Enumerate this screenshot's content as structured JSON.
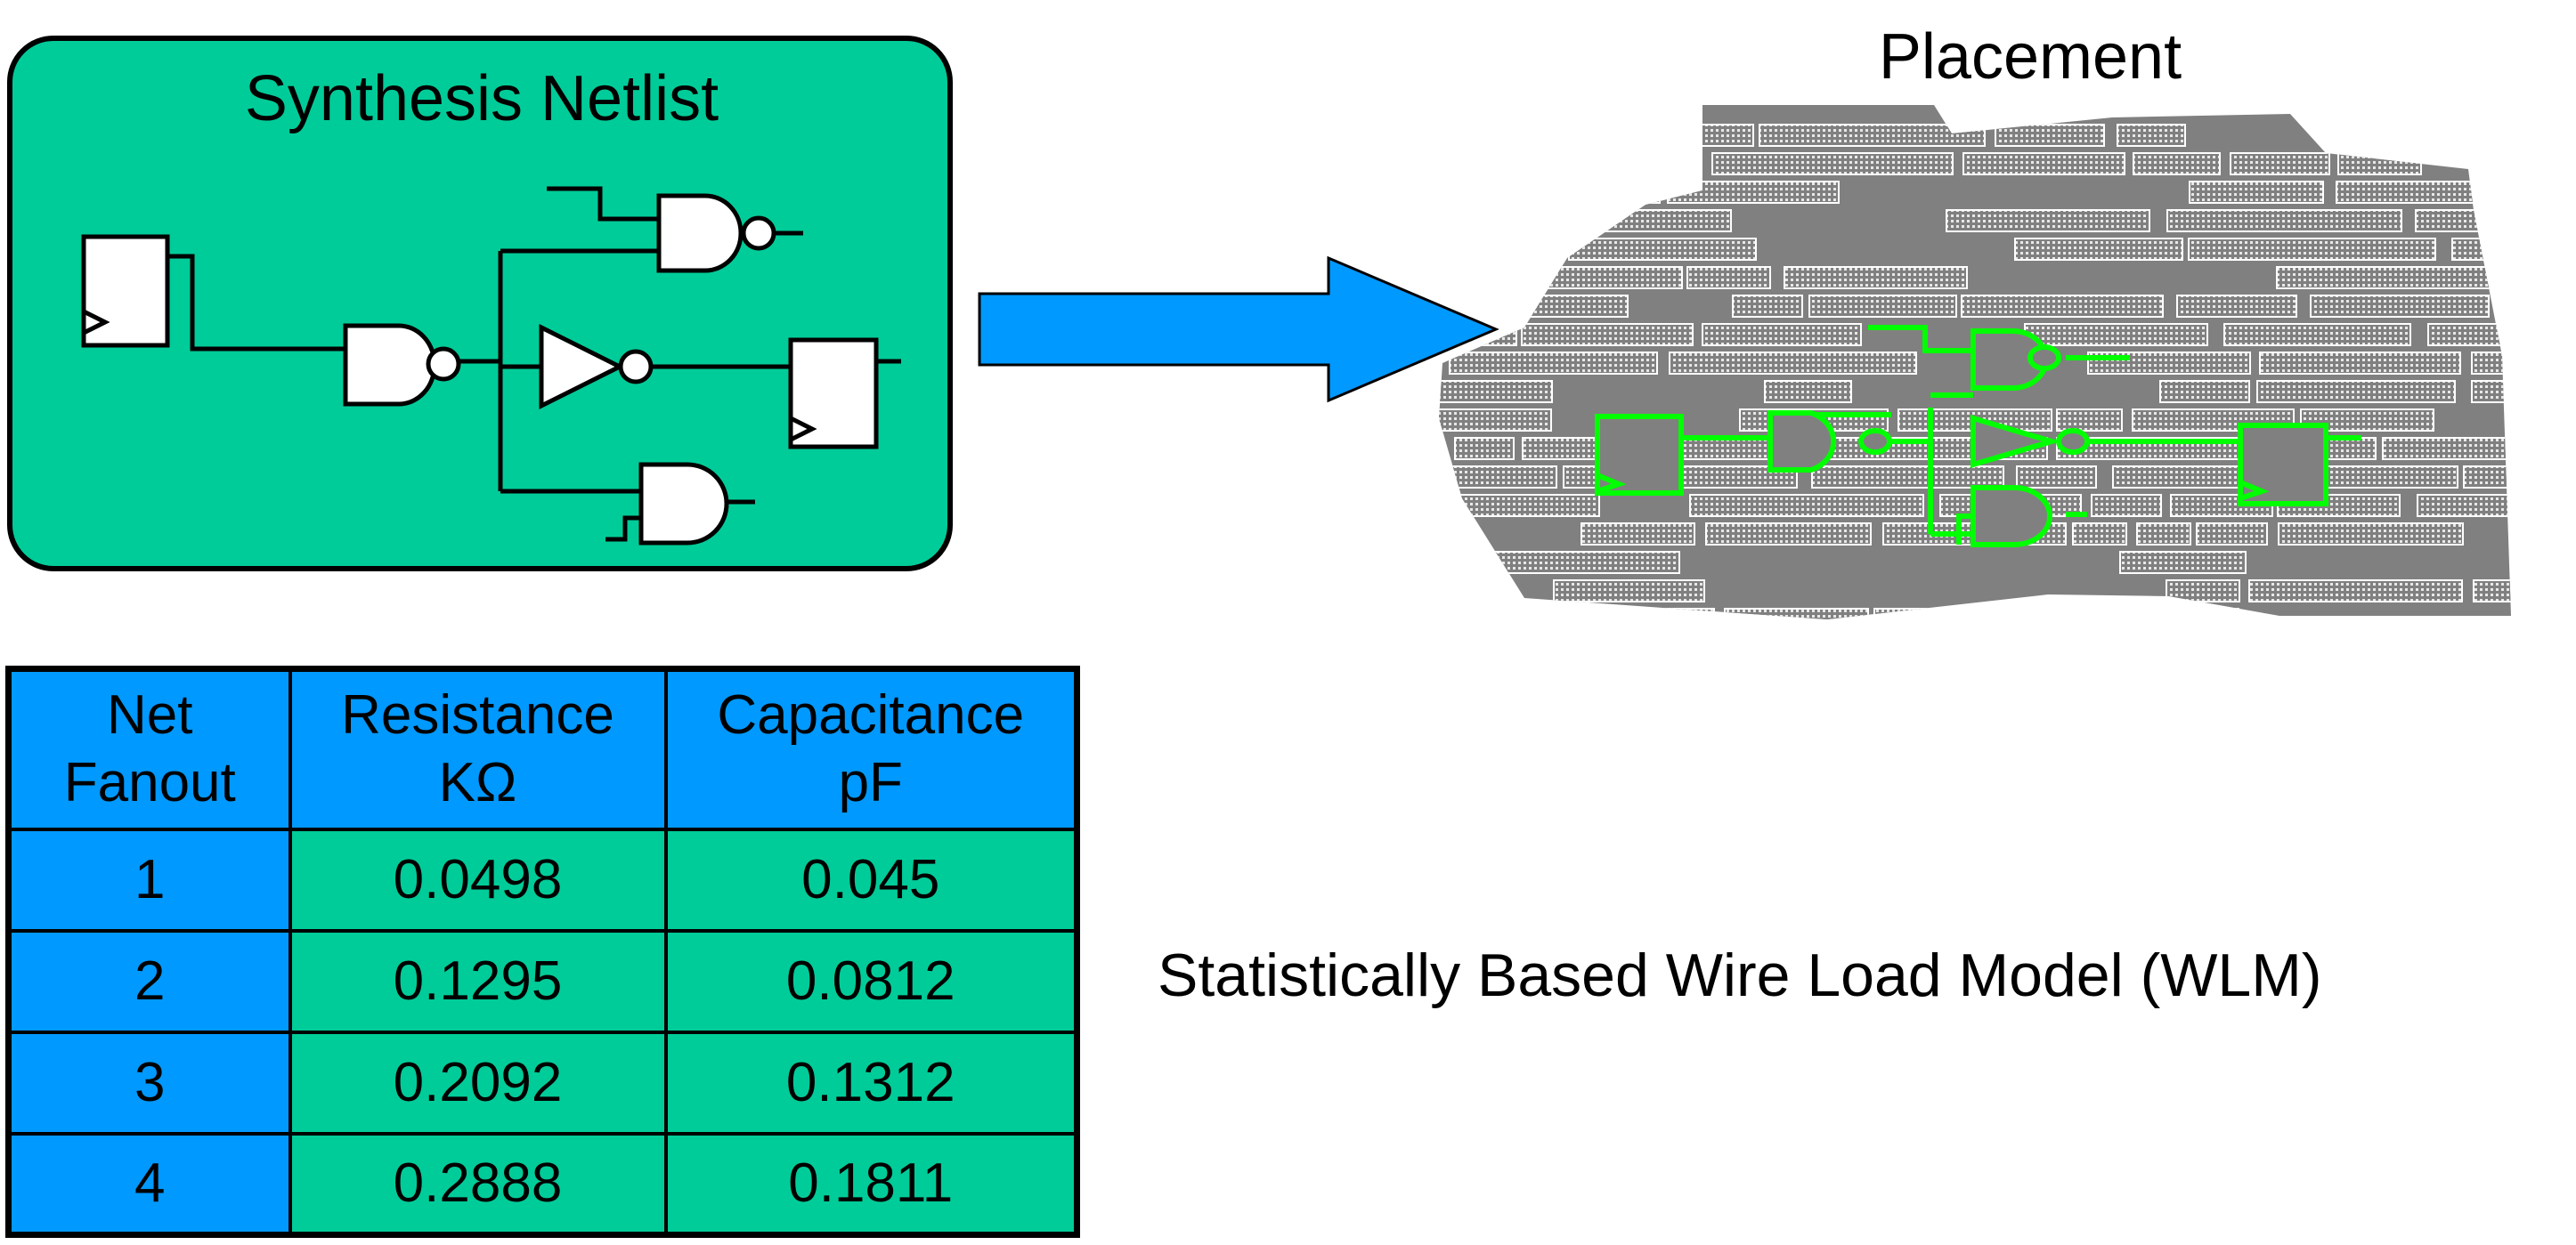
{
  "netlist": {
    "title": "Synthesis Netlist",
    "colors": {
      "background": "#00cc99",
      "border": "#000000"
    },
    "icons": [
      "flip-flop-icon",
      "nand-gate-icon",
      "inverter-icon",
      "and-gate-icon"
    ]
  },
  "placement": {
    "title": "Placement",
    "colors": {
      "die": "#808080",
      "cells": "#ffffff",
      "highlight": "#00ff00"
    }
  },
  "arrow": {
    "color": "#0099ff"
  },
  "wlm": {
    "title": "Statistically Based Wire Load Model (WLM)",
    "colors": {
      "header": "#0099ff",
      "body": "#00cc99"
    },
    "headers": [
      {
        "line1": "Net",
        "line2": "Fanout"
      },
      {
        "line1": "Resistance",
        "line2": "KΩ"
      },
      {
        "line1": "Capacitance",
        "line2": "pF"
      }
    ],
    "rows": [
      {
        "fanout": "1",
        "resistance": "0.0498",
        "capacitance": "0.045"
      },
      {
        "fanout": "2",
        "resistance": "0.1295",
        "capacitance": "0.0812"
      },
      {
        "fanout": "3",
        "resistance": "0.2092",
        "capacitance": "0.1312"
      },
      {
        "fanout": "4",
        "resistance": "0.2888",
        "capacitance": "0.1811"
      }
    ]
  }
}
